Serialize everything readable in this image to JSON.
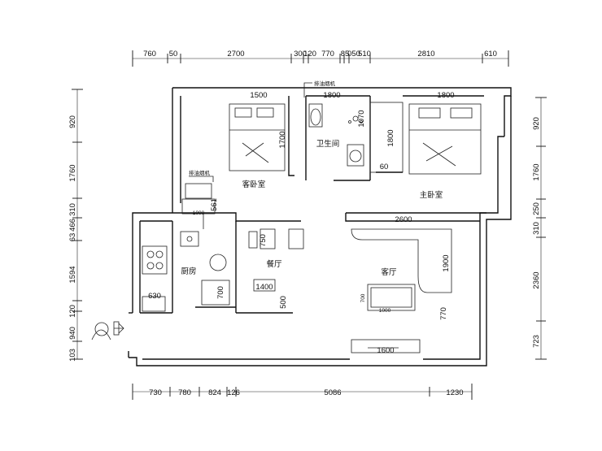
{
  "dimensions": {
    "top": [
      "760",
      "50",
      "2700",
      "300",
      "120",
      "770",
      "85",
      "050",
      "510",
      "2810",
      "610"
    ],
    "bottom": [
      "730",
      "780",
      "824",
      "126",
      "5086",
      "1230"
    ],
    "left": [
      "920",
      "1760",
      "310",
      "466",
      "63",
      "1594",
      "120",
      "940",
      "103"
    ],
    "right": [
      "920",
      "1760",
      "250",
      "310",
      "2360",
      "723"
    ]
  },
  "rooms": {
    "guest_bedroom": "客卧室",
    "master_bedroom": "主卧室",
    "bathroom": "卫生间",
    "kitchen": "厨房",
    "dining": "餐厅",
    "living_room": "客厅"
  },
  "notes": {
    "exhaust_top": "排油烟机",
    "exhaust_guest": "排油烟机"
  },
  "interior_dims": {
    "guest_bed_w": "1500",
    "guest_bed_h": "1700",
    "bath_w": "1800",
    "bath_h": "1070",
    "shower_h": "1800",
    "shower_w": "60",
    "master_bed_w": "1800",
    "desk_w": "1000",
    "desk_d": "561",
    "dining_h": "750",
    "dining_w": "1400",
    "dining_d": "500",
    "kitchen_w": "630",
    "fridge_w": "700",
    "sofa_w": "2600",
    "sofa_d": "1900",
    "aisle": "770",
    "table_w": "1000",
    "table_d": "700",
    "tv_w": "1600"
  }
}
